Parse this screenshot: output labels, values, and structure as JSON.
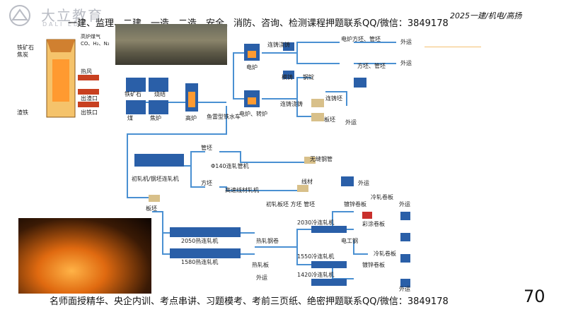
{
  "logo": {
    "cn": "大立教育",
    "en": "DALI EDU"
  },
  "header": {
    "line": "一建、监理、二建、一造、二造、安全、消防、咨询、检测课程押题联系QQ/微信：3849178",
    "tag": "2025一建/机电/高扬"
  },
  "footer": {
    "line": "名师面授精华、央企内训、考点串讲、习题模考、考前三页纸、绝密押题联系QQ/微信：3849178",
    "page_number": "70"
  },
  "furnace_labels": {
    "ore": "铁矿石",
    "coke": "焦炭",
    "hot_air": "热风",
    "slag_iron": "渣铁",
    "gas": "高炉煤气",
    "gas_formula": "CO、H₂、N₂",
    "furnace_a": "高炉",
    "furnace_b": "出渣口",
    "tap": "出铁口"
  },
  "flow": {
    "iron_ore": "铁矿石",
    "sinter": "烧结",
    "coal": "煤",
    "coke_oven": "焦炉",
    "blast_furnace": "高炉",
    "torpedo_car": "鱼雷型铁水车",
    "electric_furnace": "电炉",
    "converter": "电炉、转炉",
    "cc_top": "连铸浇铸",
    "cc_mid": "连铸浇铸",
    "ingot": "模铸",
    "bloom_roll": "钢锭",
    "cc_roll": "连铸坯",
    "billet_top": "电炉方坯、管坯",
    "billet_mid": "方坯、管坯",
    "slab": "板坯",
    "outbound_1": "外运",
    "outbound_2": "外运",
    "outbound_3": "外运",
    "outbound_4": "外运",
    "outbound_5": "外运",
    "outbound_6": "外运",
    "outbound_7": "外运",
    "rough_mill": "初轧机/钢坯连轧机",
    "slab_bloom": "板坯",
    "tube_blank": "管坯",
    "tube_mill": "Φ140连轧管机",
    "seamless": "无缝钢管",
    "square_billet": "方坯",
    "wire_mill": "高速线材轧机",
    "wire": "线材",
    "products_mid": "初轧板坯 方坯 管坯",
    "hsm_2050": "2050热连轧机",
    "hsm_1580": "1580热连轧机",
    "hot_coil": "热轧钢卷",
    "hot_sheet": "热轧板",
    "cold_2030": "2030冷连轧机",
    "cold_1550": "1550冷连轧机",
    "cold_1420": "1420冷连轧机",
    "galv": "镀锌卷板",
    "cold_coil_1": "冷轧卷板",
    "color": "彩涂卷板",
    "elec_steel": "电工钢",
    "galv_2": "镀锌卷板",
    "cold_coil_2": "冷轧卷板"
  },
  "colors": {
    "line": "#4a90d2",
    "box": "#dbe9f7",
    "accent": "#c9302c"
  }
}
